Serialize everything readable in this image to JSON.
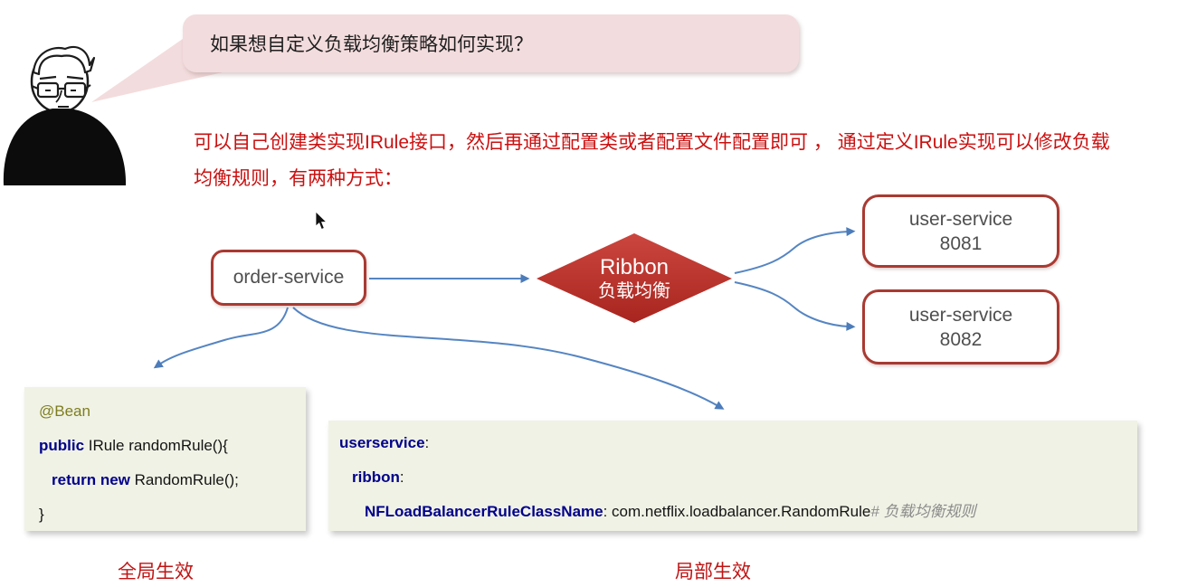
{
  "speech_bubble": {
    "text": "如果想自定义负载均衡策略如何实现？"
  },
  "answer": {
    "line1": "可以自己创建类实现IRule接口，然后再通过配置类或者配置文件配置即可 ， 通过定义IRule实现可以修改负载",
    "line2": "均衡规则，有两种方式："
  },
  "flow": {
    "order_service": "order-service",
    "ribbon_title": "Ribbon",
    "ribbon_subtitle": "负载均衡",
    "user_services": [
      {
        "name": "user-service",
        "port": "8081"
      },
      {
        "name": "user-service",
        "port": "8082"
      }
    ]
  },
  "java_code": {
    "annotation": "@Bean",
    "sig_keyword": "public",
    "sig_rest": " IRule randomRule(){",
    "body_keyword": "return new",
    "body_rest": " RandomRule();",
    "closing_brace": "}"
  },
  "yaml_code": {
    "root_key": "userservice",
    "root_sep": ":",
    "child_key": "ribbon",
    "child_sep": ":",
    "prop_key": "NFLoadBalancerRuleClassName",
    "prop_value": ": com.netflix.loadbalancer.RandomRule",
    "prop_comment": "# 负载均衡规则"
  },
  "captions": {
    "global": "全局生效",
    "local": "局部生效"
  },
  "colors": {
    "bubble_pink": "#f3dcdd",
    "answer_red": "#cb1010",
    "node_border_red": "#a93a32",
    "diamond_red": "#bf3a33",
    "connector_blue": "#5585c2",
    "code_background": "#f0f2e5",
    "keyword_navy": "#00008b",
    "annotation_olive": "#7e7d20",
    "comment_gray": "#8b8b8b"
  }
}
